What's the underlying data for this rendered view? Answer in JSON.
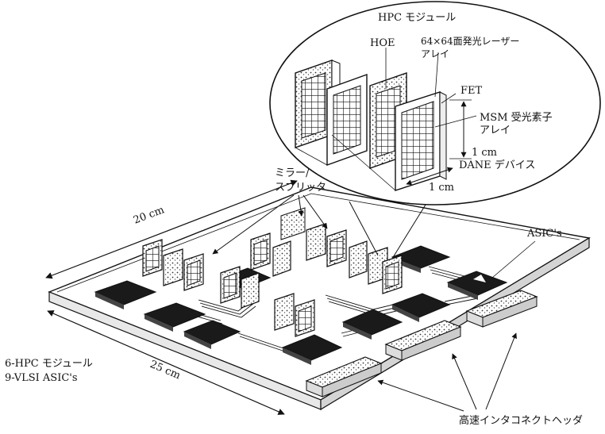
{
  "labels": {
    "hpc_module": "HPC モジュール",
    "hoe": "HOE",
    "laser_array_1": "64×64面発光レーザー",
    "laser_array_2": "アレイ",
    "fet": "FET",
    "msm_1": "MSM 受光素子",
    "msm_2": "アレイ",
    "one_cm_v": "1 cm",
    "dane": "DANE デバイス",
    "one_cm_h": "1 cm",
    "mirror_1": "ミラー/",
    "mirror_2": "スプリッタ",
    "width_20": "20 cm",
    "asics": "ASIC's",
    "board_1": "6-HPC モジュール",
    "board_2": "9-VLSI ASIC's",
    "length_25": "25 cm",
    "header": "高速インタコネクトヘッダ"
  },
  "colors": {
    "ink": "#111111",
    "background": "#ffffff",
    "chip": "#1a1a1a"
  }
}
